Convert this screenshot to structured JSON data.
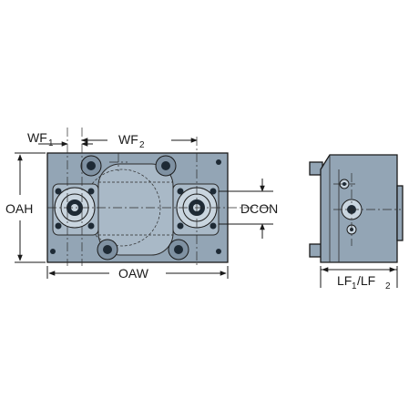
{
  "labels": {
    "wf1": "WF",
    "wf1_sub": "1",
    "wf2": "WF",
    "wf2_sub": "2",
    "oah": "OAH",
    "dcon": "DCON",
    "oaw": "OAW",
    "lf1": "LF",
    "lf1_sub": "1",
    "lf_sep": "/LF",
    "lf2_sub": "2"
  },
  "colors": {
    "body": "#93a5b5",
    "outline": "#1a1a1a"
  }
}
